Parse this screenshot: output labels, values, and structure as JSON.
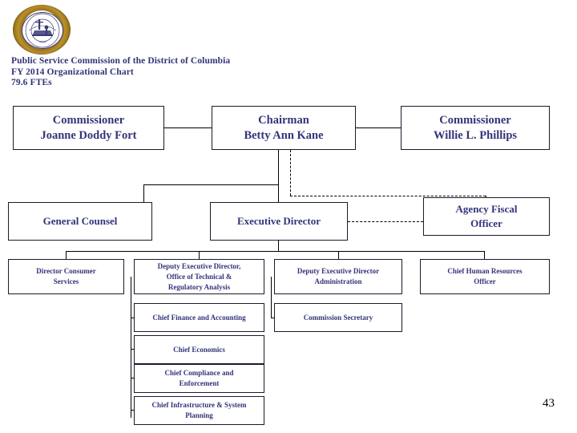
{
  "document": {
    "title_lines": [
      "Public Service Commission of the District of Columbia",
      "FY 2014 Organizational Chart",
      "79.6 FTEs"
    ],
    "line1": "Public Service Commission of the District of Columbia",
    "line2": "FY 2014 Organizational Chart",
    "line3": "79.6 FTEs",
    "page_number": "43",
    "seal_name": "dc-public-service-commission-seal"
  },
  "colors": {
    "text_navy": "#33337a",
    "box_border": "#1a1a2e",
    "connector": "#000000",
    "seal_gold": "#b8902c",
    "page_number": "#000000",
    "background": "#ffffff"
  },
  "chart_data": {
    "type": "diagram",
    "diagram_kind": "organizational-chart",
    "title": "Public Service Commission of the District of Columbia FY 2014 Organizational Chart",
    "nodes": [
      {
        "id": "commissioner_fort",
        "level": 1,
        "line1": "Commissioner",
        "line2": "Joanne Doddy Fort"
      },
      {
        "id": "chairman_kane",
        "level": 1,
        "line1": "Chairman",
        "line2": "Betty Ann Kane"
      },
      {
        "id": "commissioner_phillips",
        "level": 1,
        "line1": "Commissioner",
        "line2": "Willie L. Phillips"
      },
      {
        "id": "general_counsel",
        "level": 2,
        "line1": "General Counsel",
        "line2": ""
      },
      {
        "id": "executive_director",
        "level": 2,
        "line1": "Executive Director",
        "line2": ""
      },
      {
        "id": "agency_fiscal_officer",
        "level": 2,
        "line1": "Agency Fiscal",
        "line2": "Officer"
      },
      {
        "id": "dir_consumer_services",
        "level": 3,
        "line1": "Director Consumer",
        "line2": "Services"
      },
      {
        "id": "ded_technical",
        "level": 3,
        "line1": "Deputy Executive Director,",
        "line2": "Office of Technical &",
        "line3": "Regulatory Analysis"
      },
      {
        "id": "ded_administration",
        "level": 3,
        "line1": "Deputy Executive Director",
        "line2": "Administration"
      },
      {
        "id": "chro",
        "level": 3,
        "line1": "Chief Human Resources",
        "line2": "Officer"
      },
      {
        "id": "chief_finance",
        "level": 4,
        "line1": "Chief Finance and Accounting",
        "line2": ""
      },
      {
        "id": "chief_economics",
        "level": 4,
        "line1": "Chief Economics",
        "line2": ""
      },
      {
        "id": "chief_compliance",
        "level": 4,
        "line1": "Chief Compliance and",
        "line2": "Enforcement"
      },
      {
        "id": "chief_infrastructure",
        "level": 4,
        "line1": "Chief Infrastructure & System",
        "line2": "Planning"
      },
      {
        "id": "commission_secretary",
        "level": 4,
        "line1": "Commission Secretary",
        "line2": ""
      }
    ],
    "edges": [
      {
        "from": "commissioner_fort",
        "to": "chairman_kane",
        "style": "solid"
      },
      {
        "from": "chairman_kane",
        "to": "commissioner_phillips",
        "style": "solid"
      },
      {
        "from": "chairman_kane",
        "to": "general_counsel",
        "style": "solid"
      },
      {
        "from": "chairman_kane",
        "to": "executive_director",
        "style": "solid"
      },
      {
        "from": "chairman_kane",
        "to": "agency_fiscal_officer",
        "style": "dashed"
      },
      {
        "from": "executive_director",
        "to": "agency_fiscal_officer",
        "style": "dashed"
      },
      {
        "from": "executive_director",
        "to": "dir_consumer_services",
        "style": "solid"
      },
      {
        "from": "executive_director",
        "to": "ded_technical",
        "style": "solid"
      },
      {
        "from": "executive_director",
        "to": "ded_administration",
        "style": "solid"
      },
      {
        "from": "executive_director",
        "to": "chro",
        "style": "solid"
      },
      {
        "from": "ded_technical",
        "to": "chief_finance",
        "style": "solid"
      },
      {
        "from": "ded_technical",
        "to": "chief_economics",
        "style": "solid"
      },
      {
        "from": "ded_technical",
        "to": "chief_compliance",
        "style": "solid"
      },
      {
        "from": "ded_technical",
        "to": "chief_infrastructure",
        "style": "solid"
      },
      {
        "from": "ded_administration",
        "to": "commission_secretary",
        "style": "solid"
      }
    ]
  }
}
